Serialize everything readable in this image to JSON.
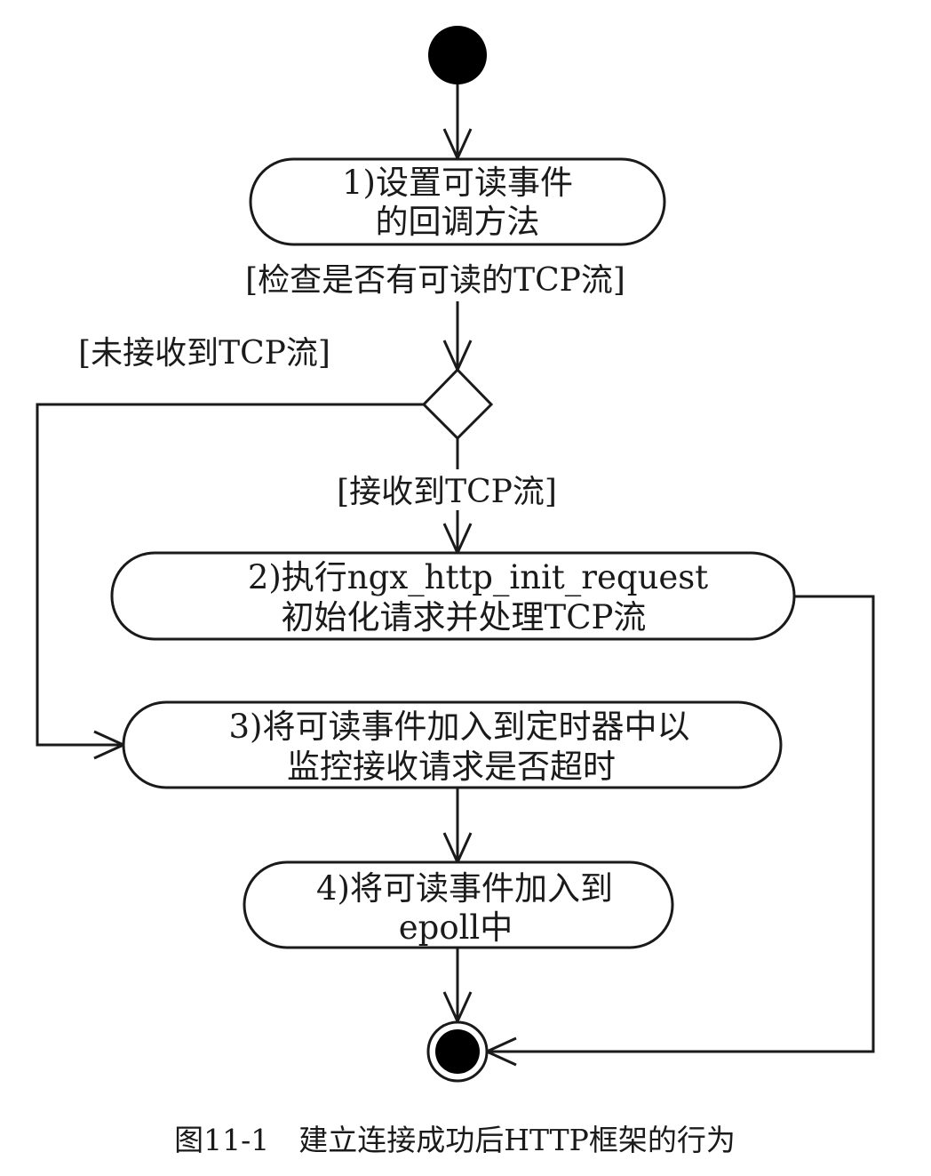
{
  "diagram": {
    "nodes": {
      "step1": {
        "line1": "1)设置可读事件",
        "line2": "的回调方法"
      },
      "step2": {
        "line1": "2)执行ngx_http_init_request",
        "line2": "初始化请求并处理TCP流"
      },
      "step3": {
        "line1": "3)将可读事件加入到定时器中以",
        "line2": "监控接收请求是否超时"
      },
      "step4": {
        "line1": "4)将可读事件加入到",
        "line2": "epoll中"
      }
    },
    "edge_labels": {
      "check": "[检查是否有可读的TCP流]",
      "not_received": "[未接收到TCP流]",
      "received": "[接收到TCP流]"
    }
  },
  "caption": "图11-1　建立连接成功后HTTP框架的行为"
}
